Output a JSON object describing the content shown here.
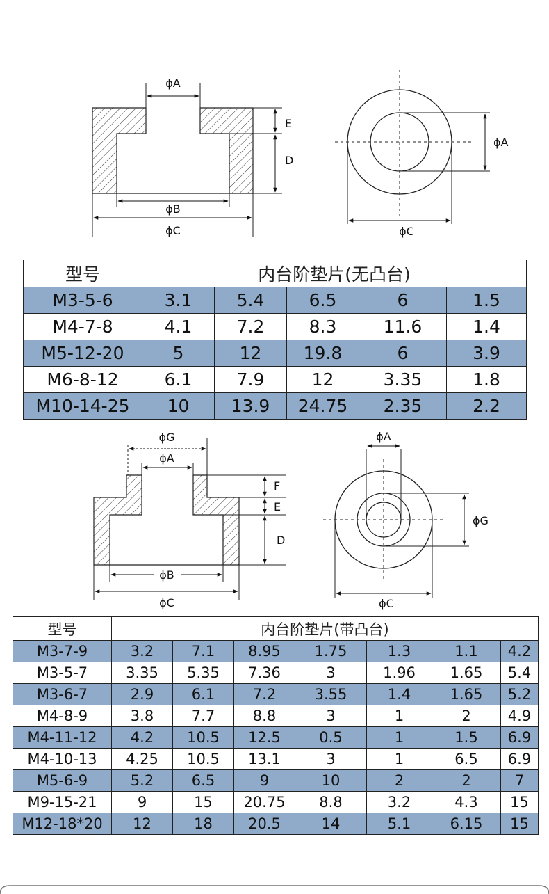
{
  "colors": {
    "row_highlight": "#8fabc9",
    "line": "#222222",
    "hatch": "#333333"
  },
  "diagram1": {
    "labels": {
      "phiA": "ϕA",
      "phiB": "ϕB",
      "phiC": "ϕC",
      "E": "E",
      "D": "D"
    },
    "circle_labels": {
      "phiA": "ϕA",
      "phiC": "ϕC"
    }
  },
  "table1": {
    "header": {
      "model": "型号",
      "title": "内台阶垫片(无凸台)"
    },
    "rows": [
      {
        "model": "M3-5-6",
        "values": [
          "3.1",
          "5.4",
          "6.5",
          "6",
          "1.5"
        ],
        "highlight": true
      },
      {
        "model": "M4-7-8",
        "values": [
          "4.1",
          "7.2",
          "8.3",
          "11.6",
          "1.4"
        ],
        "highlight": false
      },
      {
        "model": "M5-12-20",
        "values": [
          "5",
          "12",
          "19.8",
          "6",
          "3.9"
        ],
        "highlight": true
      },
      {
        "model": "M6-8-12",
        "values": [
          "6.1",
          "7.9",
          "12",
          "3.35",
          "1.8"
        ],
        "highlight": false
      },
      {
        "model": "M10-14-25",
        "values": [
          "10",
          "13.9",
          "24.75",
          "2.35",
          "2.2"
        ],
        "highlight": true
      }
    ]
  },
  "diagram2": {
    "labels": {
      "phiG": "ϕG",
      "phiA": "ϕA",
      "phiB": "ϕB",
      "phiC": "ϕC",
      "F": "F",
      "E": "E",
      "D": "D"
    },
    "circle_labels": {
      "phiA": "ϕA",
      "phiG": "ϕG",
      "phiC": "ϕC"
    }
  },
  "table2": {
    "header": {
      "model": "型号",
      "title": "内台阶垫片(带凸台)"
    },
    "rows": [
      {
        "model": "M3-7-9",
        "values": [
          "3.2",
          "7.1",
          "8.95",
          "1.75",
          "1.3",
          "1.1",
          "4.2"
        ],
        "highlight": true
      },
      {
        "model": "M3-5-7",
        "values": [
          "3.35",
          "5.35",
          "7.36",
          "3",
          "1.96",
          "1.65",
          "5.4"
        ],
        "highlight": false
      },
      {
        "model": "M3-6-7",
        "values": [
          "2.9",
          "6.1",
          "7.2",
          "3.55",
          "1.4",
          "1.65",
          "5.2"
        ],
        "highlight": true
      },
      {
        "model": "M4-8-9",
        "values": [
          "3.8",
          "7.7",
          "8.8",
          "3",
          "1",
          "2",
          "4.9"
        ],
        "highlight": false
      },
      {
        "model": "M4-11-12",
        "values": [
          "4.2",
          "10.5",
          "12.5",
          "0.5",
          "1",
          "1.5",
          "6.9"
        ],
        "highlight": true
      },
      {
        "model": "M4-10-13",
        "values": [
          "4.25",
          "10.5",
          "13.1",
          "3",
          "1",
          "6.5",
          "6.9"
        ],
        "highlight": false
      },
      {
        "model": "M5-6-9",
        "values": [
          "5.2",
          "6.5",
          "9",
          "10",
          "2",
          "2",
          "7"
        ],
        "highlight": true
      },
      {
        "model": "M9-15-21",
        "values": [
          "9",
          "15",
          "20.75",
          "8.8",
          "3.2",
          "4.3",
          "15"
        ],
        "highlight": false
      },
      {
        "model": "M12-18*20",
        "values": [
          "12",
          "18",
          "20.5",
          "14",
          "5.1",
          "6.15",
          "15"
        ],
        "highlight": true
      }
    ]
  }
}
